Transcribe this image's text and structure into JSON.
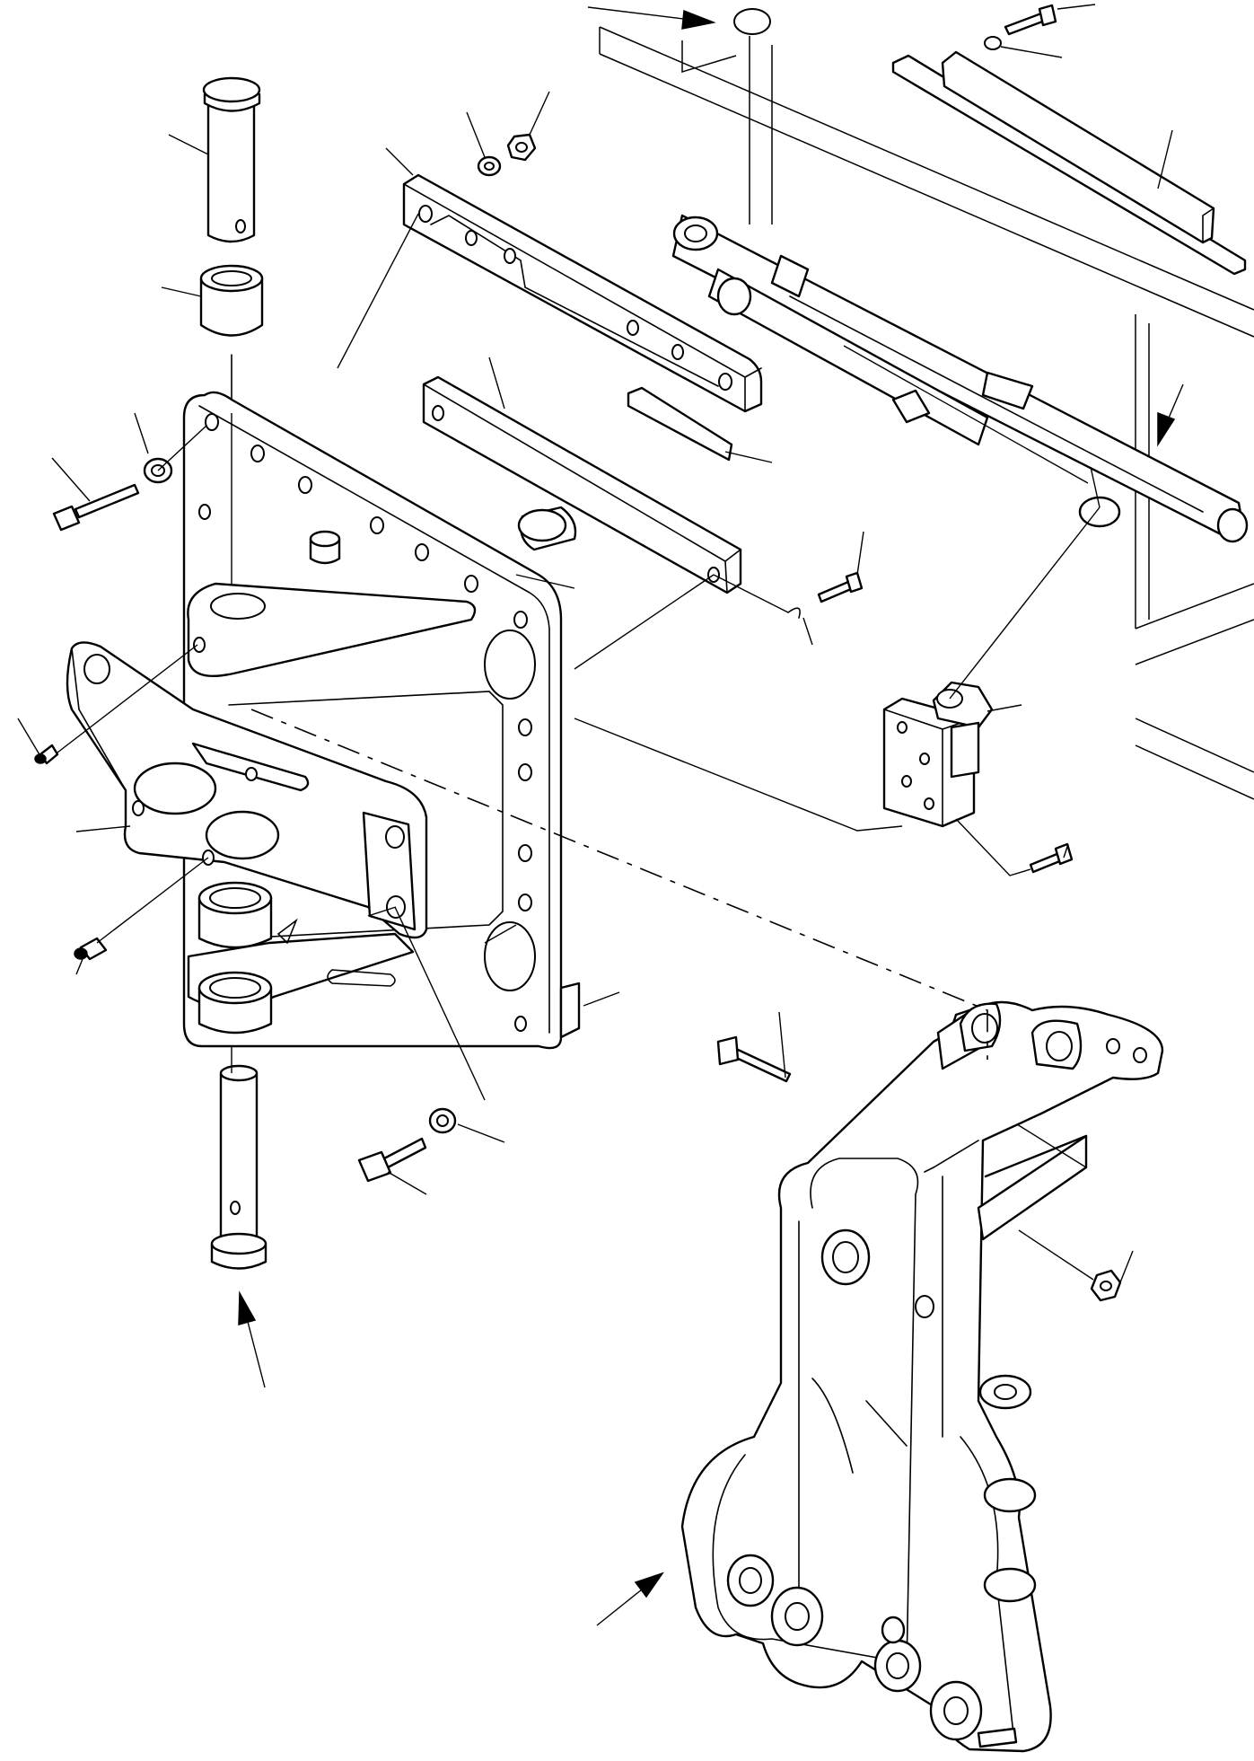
{
  "diagram": {
    "kind": "exploded-parts-drawing",
    "colors": {
      "line": "#000000",
      "paper": "#ffffff"
    },
    "parts": [
      {
        "name": "upper-pin",
        "icon": "pin-icon"
      },
      {
        "name": "upper-bushing",
        "icon": "bushing-icon"
      },
      {
        "name": "main-frame-plate",
        "icon": "frame-icon"
      },
      {
        "name": "top-wear-strip",
        "icon": "strip-icon"
      },
      {
        "name": "middle-wear-strip",
        "icon": "strip-icon"
      },
      {
        "name": "wedge-shim",
        "icon": "shim-icon"
      },
      {
        "name": "oval-pad",
        "icon": "pad-icon"
      },
      {
        "name": "swing-bracket",
        "icon": "bracket-icon"
      },
      {
        "name": "lower-pin",
        "icon": "pin-icon"
      },
      {
        "name": "grease-fitting-upper",
        "icon": "grease-fitting-icon"
      },
      {
        "name": "grease-fitting-lower",
        "icon": "grease-fitting-icon"
      },
      {
        "name": "cylinder-clevis-block",
        "icon": "clevis-icon"
      },
      {
        "name": "boom-swing-post",
        "icon": "post-icon"
      },
      {
        "name": "hydraulic-cylinder",
        "icon": "cylinder-icon"
      },
      {
        "name": "mounting-plate",
        "icon": "plate-icon"
      }
    ]
  }
}
